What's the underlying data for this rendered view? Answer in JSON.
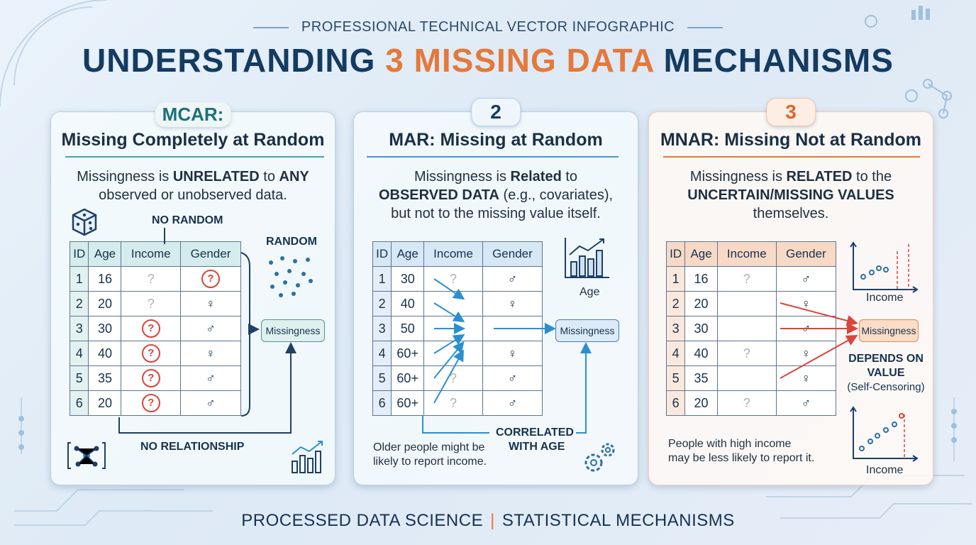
{
  "header": {
    "subtitle": "PROFESSIONAL TECHNICAL VECTOR INFOGRAPHIC",
    "title_part1": "UNDERSTANDING ",
    "title_highlight": "3 MISSING DATA",
    "title_part2": " MECHANISMS"
  },
  "mcar": {
    "tab": "MCAR:",
    "title": "Missing Completely at Random",
    "desc_1": "Missingness is ",
    "desc_b1": "UNRELATED",
    "desc_2": " to ",
    "desc_b2": "ANY",
    "desc_3": "observed or unobserved data.",
    "no_random": "NO RANDOM",
    "random": "RANDOM",
    "missingness": "Missingness",
    "no_relationship": "NO RELATIONSHIP",
    "columns": [
      "ID",
      "Age",
      "Income",
      "Gender"
    ],
    "rows": [
      [
        "1",
        "16",
        "?",
        "?"
      ],
      [
        "2",
        "20",
        "?",
        "♀"
      ],
      [
        "3",
        "30",
        "?",
        "♂"
      ],
      [
        "4",
        "40",
        "?",
        "♀"
      ],
      [
        "5",
        "35",
        "?",
        "♂"
      ],
      [
        "6",
        "20",
        "?",
        "♂"
      ]
    ]
  },
  "mar": {
    "tab": "2",
    "title": "MAR: Missing at Random",
    "desc_1": "Missingness is ",
    "desc_b1": "Related",
    "desc_2": " to",
    "desc_b2": "OBSERVED DATA",
    "desc_3": " (e.g., covariates),",
    "desc_4": "but not to the missing value itself.",
    "age_label": "Age",
    "missingness": "Missingness",
    "correlated": "CORRELATED",
    "with_age": "WITH AGE",
    "note_1": "Older people might be",
    "note_2": "likely to report income.",
    "columns": [
      "ID",
      "Age",
      "Income",
      "Gender"
    ],
    "rows": [
      [
        "1",
        "30",
        "?",
        "♂"
      ],
      [
        "2",
        "40",
        "",
        "♀"
      ],
      [
        "3",
        "50",
        "",
        ""
      ],
      [
        "4",
        "60+",
        "",
        "♀"
      ],
      [
        "5",
        "60+",
        "?",
        "♂"
      ],
      [
        "6",
        "60+",
        "?",
        "♂"
      ]
    ]
  },
  "mnar": {
    "tab": "3",
    "title": "MNAR: Missing Not at Random",
    "desc_1": "Missingness is ",
    "desc_b1": "RELATED",
    "desc_2": " to the",
    "desc_b2": "UNCERTAIN/MISSING VALUES",
    "desc_3": "themselves.",
    "income_label_top": "Income",
    "income_label_bottom": "Income",
    "missingness": "Missingness",
    "depends_1": "DEPENDS ON",
    "depends_2": "VALUE",
    "depends_3": "(Self-Censoring)",
    "note_1": "People with high income",
    "note_2": "may be less likely to report it.",
    "columns": [
      "ID",
      "Age",
      "Income",
      "Gender"
    ],
    "rows": [
      [
        "1",
        "16",
        "?",
        "♂"
      ],
      [
        "2",
        "20",
        "",
        "♀"
      ],
      [
        "3",
        "30",
        "",
        "♂"
      ],
      [
        "4",
        "40",
        "?",
        "♀"
      ],
      [
        "5",
        "35",
        "",
        "♀"
      ],
      [
        "6",
        "20",
        "?",
        "♂"
      ]
    ]
  },
  "footer": {
    "left": "PROCESSED DATA SCIENCE",
    "separator": "|",
    "right": "STATISTICAL MECHANISMS"
  },
  "colors": {
    "teal": "#1f6f7c",
    "blue": "#2a8fd0",
    "orange": "#e4793b",
    "red": "#d9443b",
    "navy": "#143b61"
  }
}
